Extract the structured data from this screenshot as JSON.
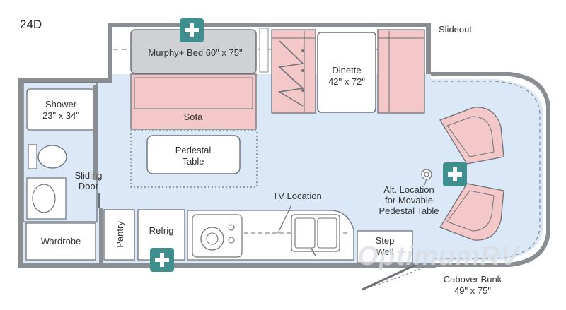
{
  "model": "24D",
  "labels": {
    "slideout": "Slideout",
    "murphy_bed": "Murphy+ Bed 60\" x 75\"",
    "dinette_title": "Dinette",
    "dinette_size": "42\" x 72\"",
    "sofa": "Sofa",
    "pedestal_table_1": "Pedestal",
    "pedestal_table_2": "Table",
    "shower_title": "Shower",
    "shower_size": "23\" x 34\"",
    "sliding_door_1": "Sliding",
    "sliding_door_2": "Door",
    "wardrobe": "Wardrobe",
    "pantry": "Pantry",
    "refrig": "Refrig",
    "tv_location": "TV Location",
    "alt_location_1": "Alt. Location",
    "alt_location_2": "for Movable",
    "alt_location_3": "Pedestal Table",
    "step_well_1": "Step",
    "step_well_2": "Well",
    "cabover_title": "Cabover Bunk",
    "cabover_size": "49\" x 75\""
  },
  "watermark": "OptimumRV",
  "colors": {
    "wall": "#8a8d92",
    "floor": "#dbe8f7",
    "sofa_pink": "#f4c8c8",
    "bed_gray": "#cfd1d4",
    "teal": "#3f8f8f",
    "outline": "#6e7278"
  },
  "icons": [
    "plus-icon-top",
    "plus-icon-front",
    "plus-icon-bottom"
  ]
}
